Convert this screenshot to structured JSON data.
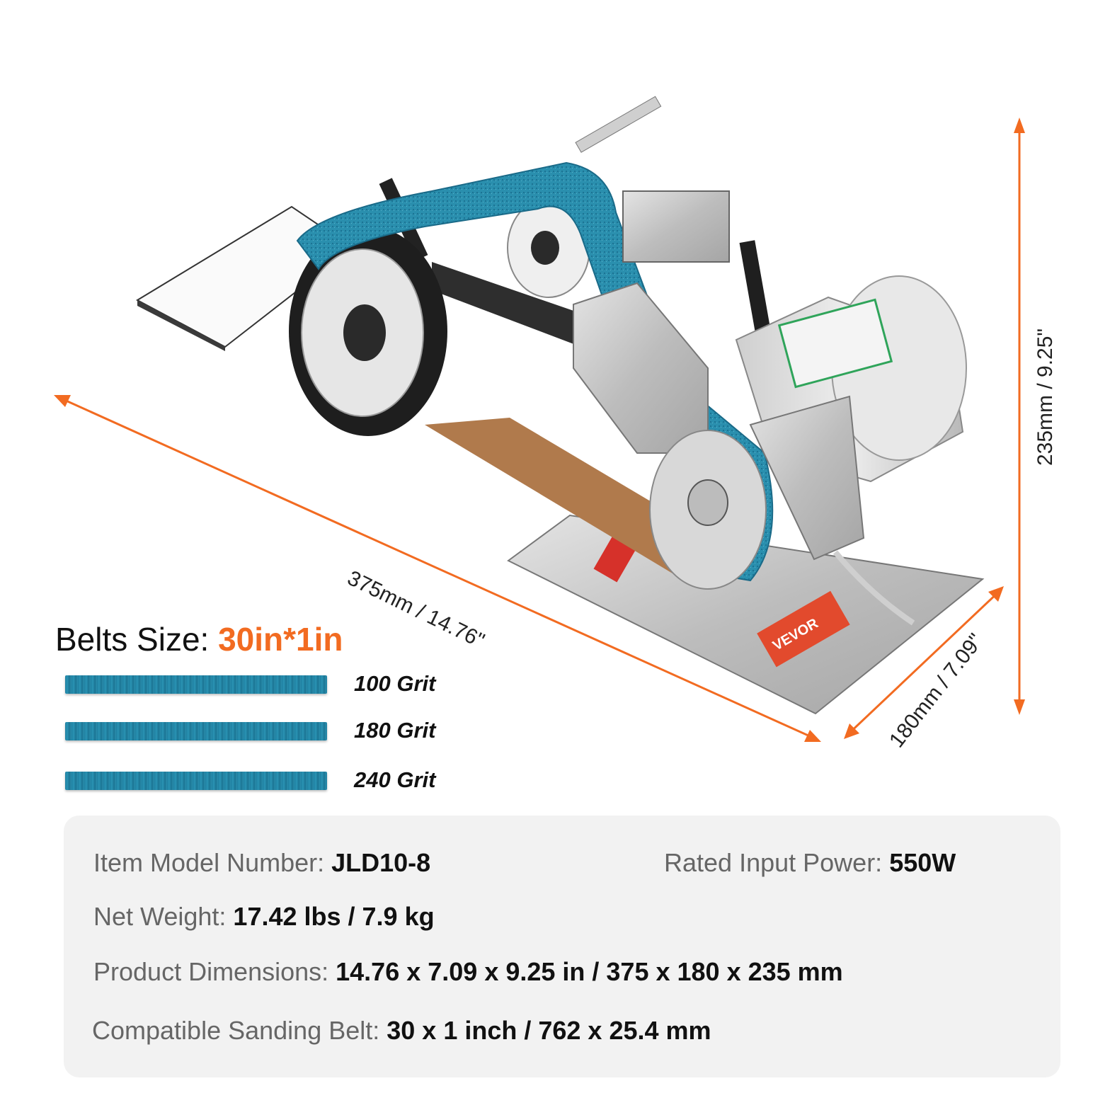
{
  "dimensions": {
    "length": "375mm / 14.76\"",
    "width": "180mm / 7.09\"",
    "height": "235mm / 9.25\""
  },
  "belts": {
    "heading_label": "Belts Size: ",
    "heading_value": "30in*1in",
    "items": [
      {
        "grit": "100 Grit"
      },
      {
        "grit": "180 Grit"
      },
      {
        "grit": "240 Grit"
      }
    ]
  },
  "product_labels": {
    "brand": "VEVOR"
  },
  "specs": {
    "model": {
      "label": "Item Model Number: ",
      "value": "JLD10-8"
    },
    "power": {
      "label": "Rated Input Power: ",
      "value": "550W"
    },
    "weight": {
      "label": "Net Weight: ",
      "value": "17.42 lbs / 7.9 kg"
    },
    "dimensions": {
      "label": "Product Dimensions: ",
      "value": "14.76 x 7.09 x 9.25 in / 375 x 180 x 235 mm"
    },
    "belt": {
      "label": "Compatible Sanding Belt: ",
      "value": "30 x 1 inch / 762 x 25.4 mm"
    }
  },
  "colors": {
    "accent": "#f26b21",
    "belt_blue": "#2a8fae",
    "card_bg": "#f2f2f2"
  }
}
